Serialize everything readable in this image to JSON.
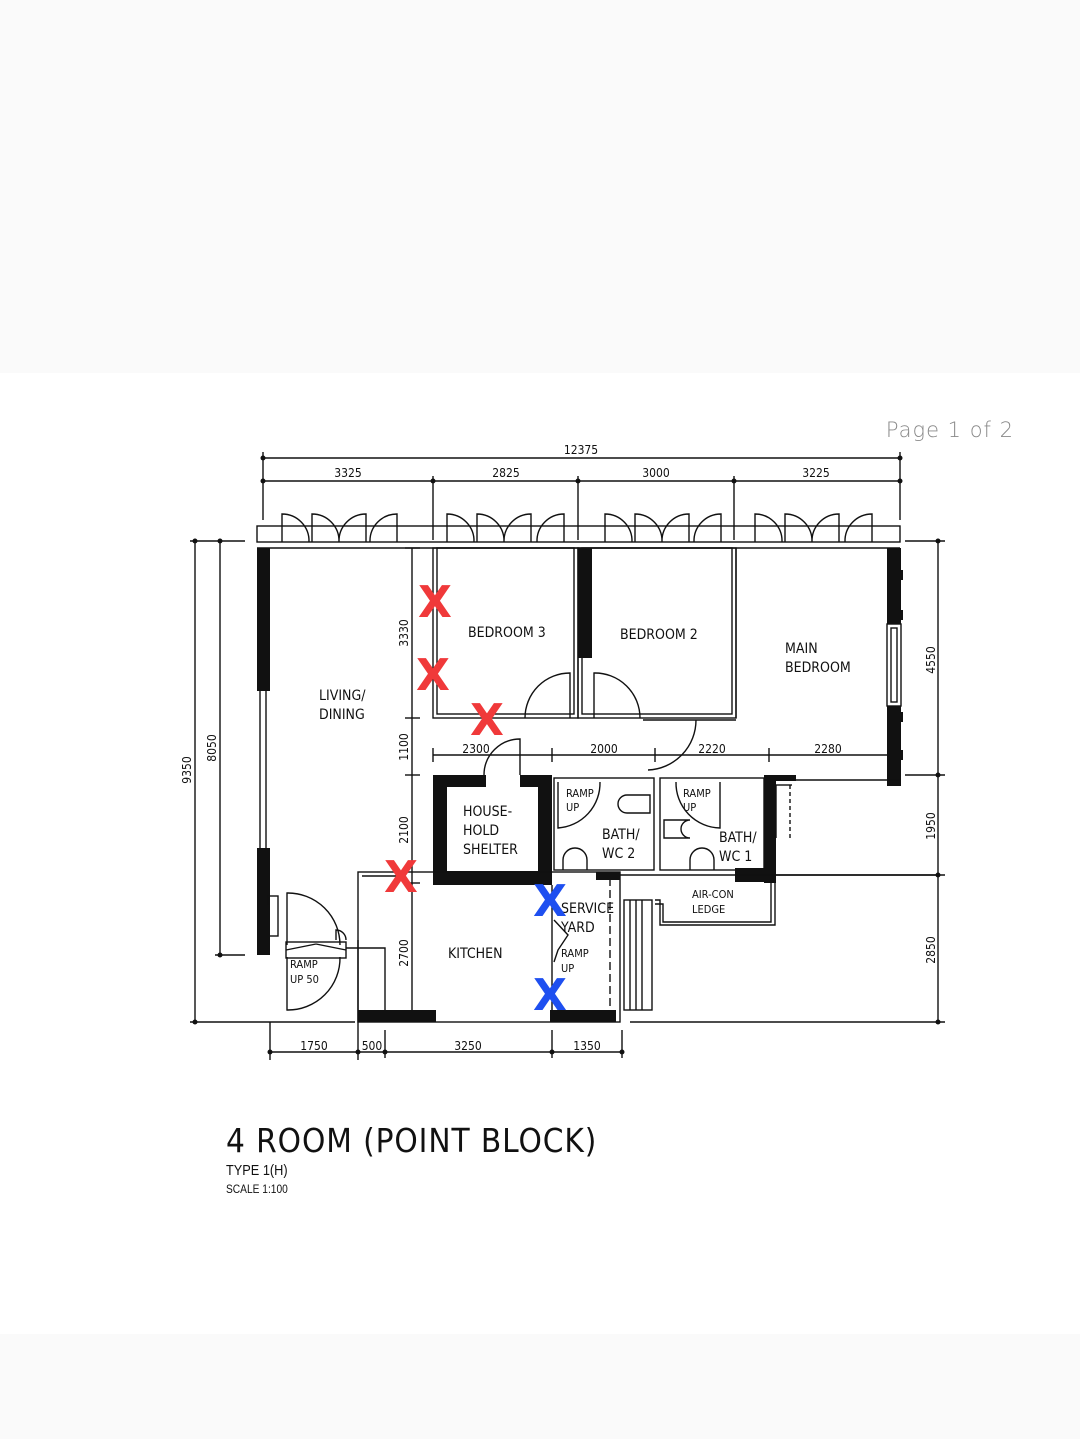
{
  "page_indicator": "Page 1 of 2",
  "title": {
    "main": "4 ROOM (POINT BLOCK)",
    "type": "TYPE 1(H)",
    "scale": "SCALE  1:100"
  },
  "dimensions": {
    "top_total": "12375",
    "top": [
      "3325",
      "2825",
      "3000",
      "3225"
    ],
    "left_outer": "9350",
    "left_inner": "8050",
    "inner_vertical": [
      "3330",
      "1100",
      "2100",
      "2700"
    ],
    "corridor": [
      "2300",
      "2000",
      "2220",
      "2280"
    ],
    "right": [
      "4550",
      "1950",
      "2850"
    ],
    "bottom": [
      "1750",
      "500",
      "3250",
      "1350"
    ]
  },
  "rooms": {
    "living_dining": [
      "LIVING/",
      "DINING"
    ],
    "bedroom3": "BEDROOM  3",
    "bedroom2": "BEDROOM  2",
    "main_bedroom": [
      "MAIN",
      "BEDROOM"
    ],
    "household_shelter": [
      "HOUSE-",
      "HOLD",
      "SHELTER"
    ],
    "bath_wc2": [
      "BATH/",
      "WC  2"
    ],
    "bath_wc1": [
      "BATH/",
      "WC  1"
    ],
    "ramp_up": [
      "RAMP",
      "UP"
    ],
    "ramp_up_50": [
      "RAMP",
      "UP  50"
    ],
    "kitchen": "KITCHEN",
    "service_yard": [
      "SERVICE",
      "YARD"
    ],
    "aircon_ledge": [
      "AIR-CON",
      "LEDGE"
    ]
  },
  "markers": {
    "red": {
      "glyph": "X",
      "color": "#f0393a",
      "count": 4
    },
    "blue": {
      "glyph": "X",
      "color": "#1e4ff0",
      "count": 2
    }
  }
}
